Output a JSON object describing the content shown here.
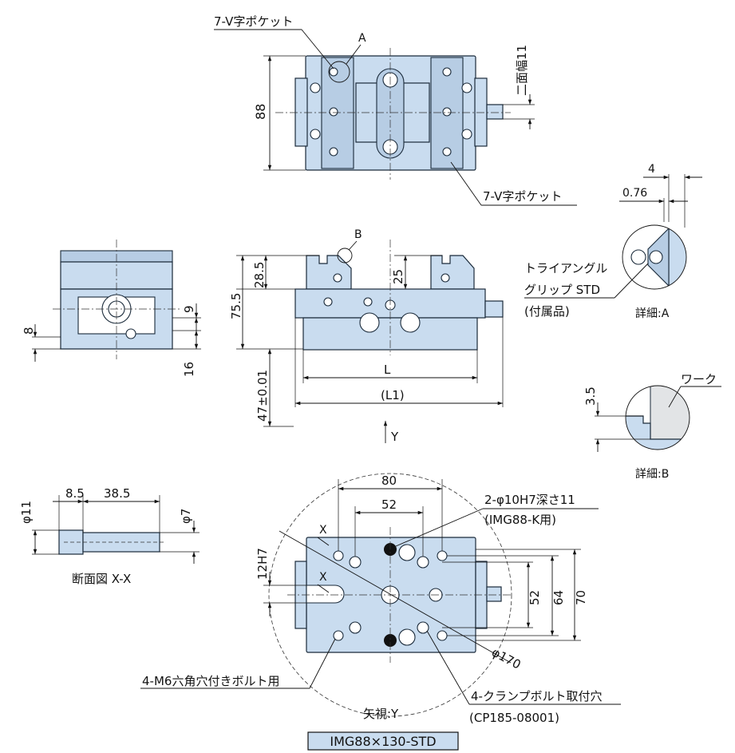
{
  "top_view": {
    "v_pocket_label_top": "7-V字ポケット",
    "detail_a_marker": "A",
    "v_pocket_label_bottom": "7-V字ポケット",
    "dim_height": "88",
    "dim_flat_width": "二面幅11"
  },
  "detail_a": {
    "dim_4": "4",
    "dim_076": "0.76",
    "grip_label_line1": "トライアングル",
    "grip_label_line2": "グリップ STD",
    "grip_label_line3": "(付属品)",
    "title": "詳細:A"
  },
  "side_view": {
    "detail_b_marker": "B",
    "dim_285": "28.5",
    "dim_755": "75.5",
    "dim_25": "25",
    "dim_47": "47±0.01",
    "dim_L": "L",
    "dim_L1": "(L1)",
    "view_dir": "Y"
  },
  "end_view": {
    "dim_8": "8",
    "dim_9": "9",
    "dim_16": "16"
  },
  "detail_b": {
    "work_label": "ワーク",
    "dim_35": "3.5",
    "title": "詳細:B"
  },
  "section_xx": {
    "dim_phi11": "φ11",
    "dim_85": "8.5",
    "dim_385": "38.5",
    "dim_phi7": "φ7",
    "title": "断面図 X-X"
  },
  "bottom_view": {
    "dim_80": "80",
    "dim_52_top": "52",
    "hole_note_line1": "2-φ10H7深さ11",
    "hole_note_line2": "(IMG88-K用)",
    "dim_12h7": "12H7",
    "section_mark_1": "X",
    "section_mark_2": "X",
    "dim_52_right": "52",
    "dim_64": "64",
    "dim_70": "70",
    "dim_phi170": "φ170",
    "bolt_note": "4-M6六角穴付きボルト用",
    "clamp_note_line1": "4-クランプボルト取付穴",
    "clamp_note_line2": "(CP185-08001)",
    "view_title": "矢視:Y"
  },
  "model_label": "IMG88×130-STD",
  "colors": {
    "part_fill": "#c9dcef",
    "line": "#1a2a3a"
  }
}
